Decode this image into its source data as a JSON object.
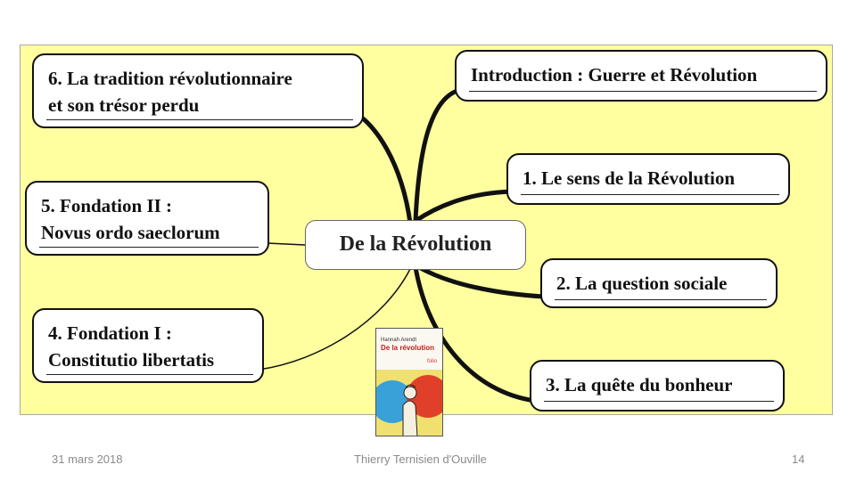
{
  "center_node": "De la Révolution",
  "branches": {
    "intro": "Introduction : Guerre et Révolution",
    "b1": "1. Le sens de la Révolution",
    "b2": "2. La question sociale",
    "b3": "3. La quête du bonheur",
    "b4_line1": "4. Fondation I :",
    "b4_line2": "Constitutio libertatis",
    "b5_line1": "5. Fondation II :",
    "b5_line2": "Novus ordo saeclorum",
    "b6_line1": "6. La tradition révolutionnaire",
    "b6_line2": "et son trésor perdu"
  },
  "book": {
    "author": "Hannah Arendt",
    "title": "De la révolution",
    "publisher": "folio",
    "icon": "book-cover-image"
  },
  "footer": {
    "date": "31 mars 2018",
    "author": "Thierry Ternisien d'Ouville",
    "page": "14"
  },
  "colors": {
    "board_background": "#ffff9f",
    "branch_lines": "#111111"
  }
}
